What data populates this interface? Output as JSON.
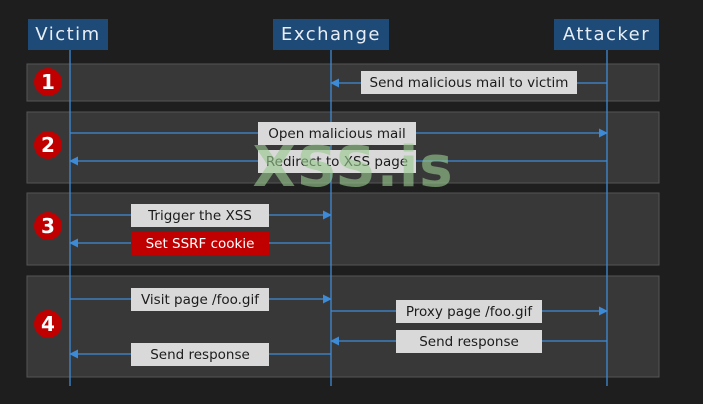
{
  "colors": {
    "background": "#1e1e1e",
    "section_fill": "#383838",
    "section_border": "#555555",
    "lifeline": "#3d8ad6",
    "actor_box": "#1e4a78",
    "label_box": "#d9d9d9",
    "alert_label": "#c00000",
    "badge": "#c00000"
  },
  "actors": [
    {
      "name": "Victim"
    },
    {
      "name": "Exchange"
    },
    {
      "name": "Attacker"
    }
  ],
  "sections": [
    {
      "number": "1"
    },
    {
      "number": "2"
    },
    {
      "number": "3"
    },
    {
      "number": "4"
    }
  ],
  "messages": [
    {
      "text": "Send malicious mail to victim",
      "from": "Attacker",
      "to": "Exchange",
      "style": "normal"
    },
    {
      "text": "Open malicious mail",
      "from": "Victim",
      "to": "Attacker",
      "style": "normal"
    },
    {
      "text": "Redirect to XSS page",
      "from": "Attacker",
      "to": "Victim",
      "style": "normal"
    },
    {
      "text": "Trigger the XSS",
      "from": "Victim",
      "to": "Exchange",
      "style": "normal"
    },
    {
      "text": "Set SSRF cookie",
      "from": "Exchange",
      "to": "Victim",
      "style": "alert"
    },
    {
      "text": "Visit page /foo.gif",
      "from": "Victim",
      "to": "Exchange",
      "style": "normal"
    },
    {
      "text": "Proxy page /foo.gif",
      "from": "Exchange",
      "to": "Attacker",
      "style": "normal"
    },
    {
      "text": "Send response",
      "from": "Attacker",
      "to": "Exchange",
      "style": "normal"
    },
    {
      "text": "Send response",
      "from": "Exchange",
      "to": "Victim",
      "style": "normal"
    }
  ],
  "watermark": "XSS.is"
}
